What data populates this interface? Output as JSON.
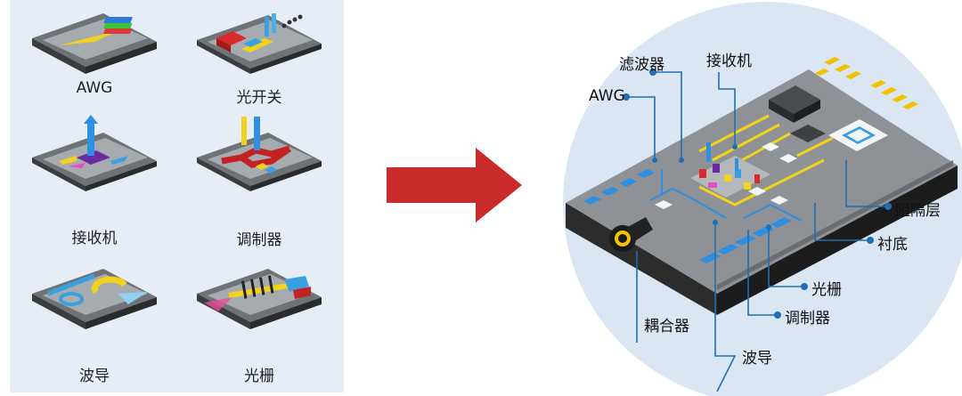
{
  "components": [
    {
      "id": "awg",
      "label": "AWG"
    },
    {
      "id": "switch",
      "label": "光开关"
    },
    {
      "id": "receiver",
      "label": "接收机"
    },
    {
      "id": "modulator",
      "label": "调制器"
    },
    {
      "id": "waveguide",
      "label": "波导"
    },
    {
      "id": "grating",
      "label": "光栅"
    }
  ],
  "chip_labels": {
    "filter": "滤波器",
    "receiver": "接收机",
    "awg": "AWG",
    "barrier": "阻隔层",
    "substrate": "衬底",
    "grating": "光栅",
    "modulator": "调制器",
    "coupler": "耦合器",
    "waveguide": "波导"
  },
  "colors": {
    "panel_bg": "#e6edf7",
    "arrow": "#c92a2a",
    "circle_bg": "#dbe6f3",
    "chip_top": "#8e9296",
    "chip_side": "#2c2c2c",
    "leader": "#1f6fb2",
    "waveguide": "#f3d21c",
    "electrode": "#f2c200"
  }
}
